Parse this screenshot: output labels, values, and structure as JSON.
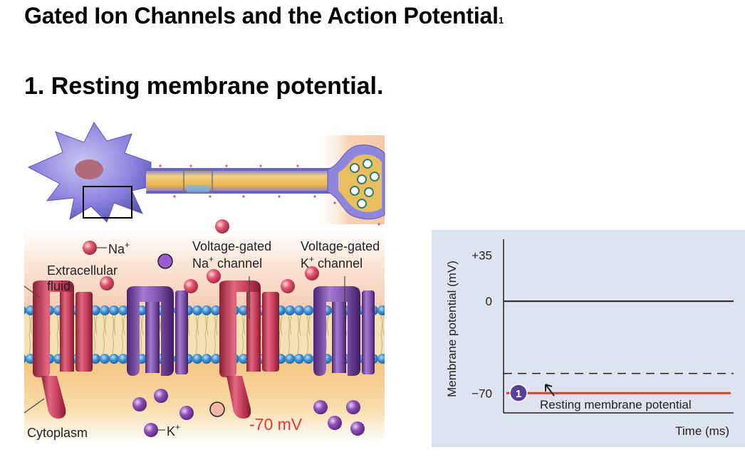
{
  "page": {
    "title": "Gated Ion Channels and the Action Potential",
    "title_footnote": "1",
    "section_heading": "1. Resting membrane potential."
  },
  "membrane_diagram": {
    "labels": {
      "na_ion": "Na",
      "na_sup": "+",
      "k_ion": "K",
      "k_sup": "+",
      "extracellular_line1": "Extracellular",
      "extracellular_line2": "fluid",
      "cytoplasm": "Cytoplasm",
      "vg_na_line1": "Voltage-gated",
      "vg_na_line2a": "Na",
      "vg_na_sup": "+",
      "vg_na_line2b": " channel",
      "vg_k_line1": "Voltage-gated",
      "vg_k_line2a": "K",
      "vg_k_sup": "+",
      "vg_k_line2b": " channel",
      "voltage": "-70 mV"
    },
    "colors": {
      "na_ion": "#e0566f",
      "k_ion": "#8f4fb8",
      "na_channel": "#c23a55",
      "k_channel": "#7b4fa8",
      "voltage_text": "#e53935",
      "extracellular": "#fbe6d8",
      "cytoplasm": "#f7d49a",
      "lipid_head": "#3f8fd0"
    }
  },
  "chart_data": {
    "type": "line",
    "ylabel": "Membrane potential (mV)",
    "xlabel": "Time (ms)",
    "y_ticks": [
      "+35",
      "0",
      "−70"
    ],
    "y_tick_values": [
      35,
      0,
      -70
    ],
    "ylim": [
      -85,
      45
    ],
    "series": [
      {
        "values": [
          -70,
          -70
        ]
      }
    ],
    "zero_line": 0,
    "threshold_line": -55,
    "annotation": {
      "number": "1",
      "text": "Resting membrane potential"
    },
    "colors": {
      "background": "#dde3ef",
      "line": "#e53935",
      "badge": "#5a3f9a"
    }
  }
}
